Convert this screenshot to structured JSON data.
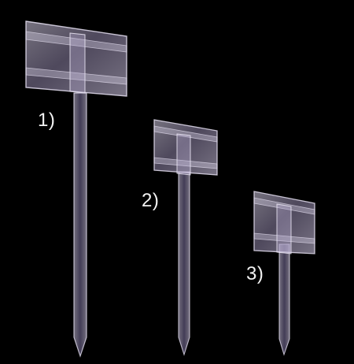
{
  "labels": {
    "item_1": "1)",
    "item_2": "2)",
    "item_3": "3)"
  },
  "colors": {
    "background": "#000000",
    "label_text": "#f2f2f2",
    "acrylic_fill": "#a496bd",
    "acrylic_edge": "#d9d2ea"
  }
}
